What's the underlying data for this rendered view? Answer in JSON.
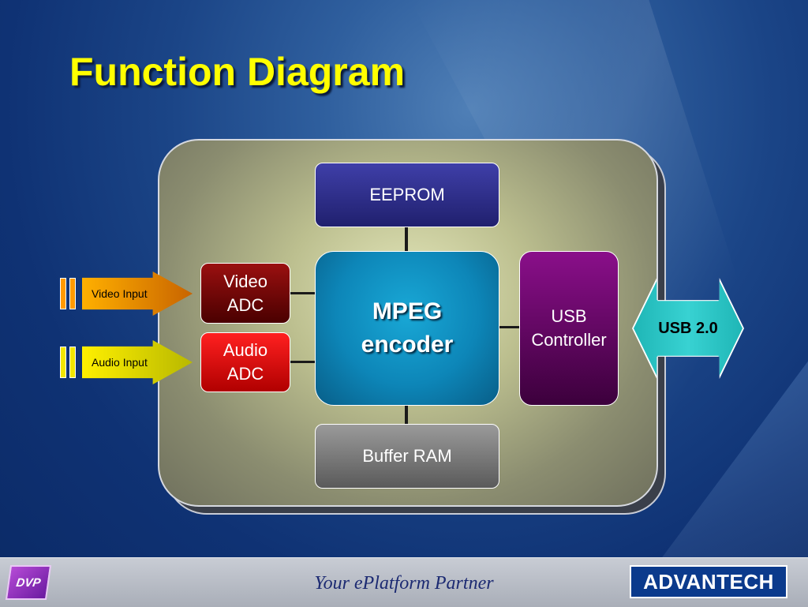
{
  "slide": {
    "title": "Function Diagram"
  },
  "diagram": {
    "eeprom": "EEPROM",
    "mpeg_line1": "MPEG",
    "mpeg_line2": "encoder",
    "buffer_ram": "Buffer RAM",
    "video_adc_line1": "Video",
    "video_adc_line2": "ADC",
    "audio_adc_line1": "Audio",
    "audio_adc_line2": "ADC",
    "usb_controller_line1": "USB",
    "usb_controller_line2": "Controller",
    "video_input": "Video Input",
    "audio_input": "Audio Input",
    "usb_interface": "USB 2.0"
  },
  "footer": {
    "left_logo": "DVP",
    "tagline": "Your ePlatform Partner",
    "right_logo": "ADVANTECH"
  },
  "colors": {
    "title": "#ffff00",
    "eeprom": "#2e2e8c",
    "mpeg": "#0d86b8",
    "buffer_ram": "#7a7a7a",
    "video_adc": "#7a0606",
    "audio_adc": "#e00000",
    "usb_controller": "#6a0a6a",
    "usb_arrow": "#2cc4c4"
  }
}
